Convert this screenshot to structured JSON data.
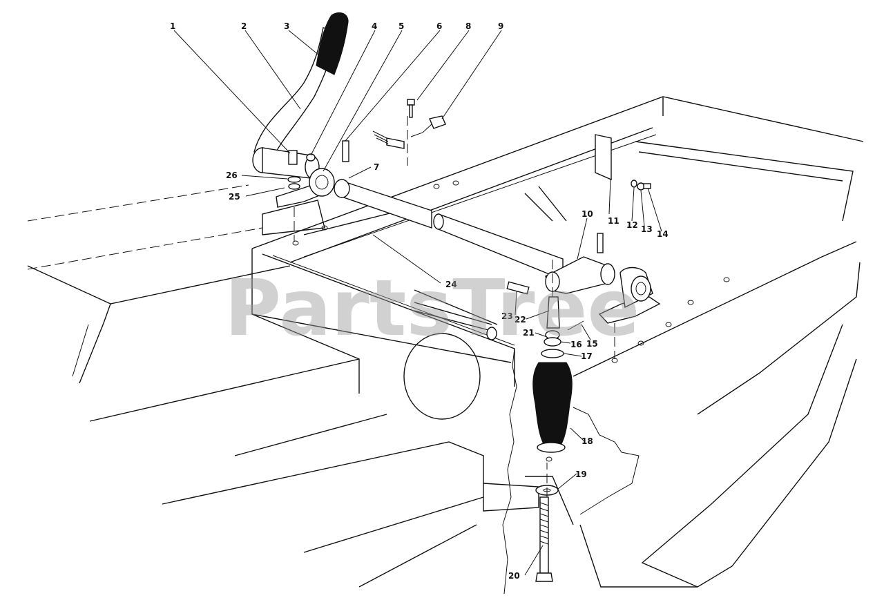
{
  "watermark": {
    "text": "PartsTree"
  },
  "part_labels": [
    {
      "id": "p1",
      "text": "1"
    },
    {
      "id": "p2",
      "text": "2"
    },
    {
      "id": "p3",
      "text": "3"
    },
    {
      "id": "p4",
      "text": "4"
    },
    {
      "id": "p5",
      "text": "5"
    },
    {
      "id": "p6",
      "text": "6"
    },
    {
      "id": "p7",
      "text": "7"
    },
    {
      "id": "p8",
      "text": "8"
    },
    {
      "id": "p9",
      "text": "9"
    },
    {
      "id": "p10",
      "text": "10"
    },
    {
      "id": "p11",
      "text": "11"
    },
    {
      "id": "p12",
      "text": "12"
    },
    {
      "id": "p13",
      "text": "13"
    },
    {
      "id": "p14",
      "text": "14"
    },
    {
      "id": "p15",
      "text": "15"
    },
    {
      "id": "p16",
      "text": "16"
    },
    {
      "id": "p17",
      "text": "17"
    },
    {
      "id": "p18",
      "text": "18"
    },
    {
      "id": "p19",
      "text": "19"
    },
    {
      "id": "p20",
      "text": "20"
    },
    {
      "id": "p21",
      "text": "21"
    },
    {
      "id": "p22",
      "text": "22"
    },
    {
      "id": "p23",
      "text": "23"
    },
    {
      "id": "p24",
      "text": "24"
    },
    {
      "id": "p25",
      "text": "25"
    },
    {
      "id": "p26",
      "text": "26"
    }
  ]
}
